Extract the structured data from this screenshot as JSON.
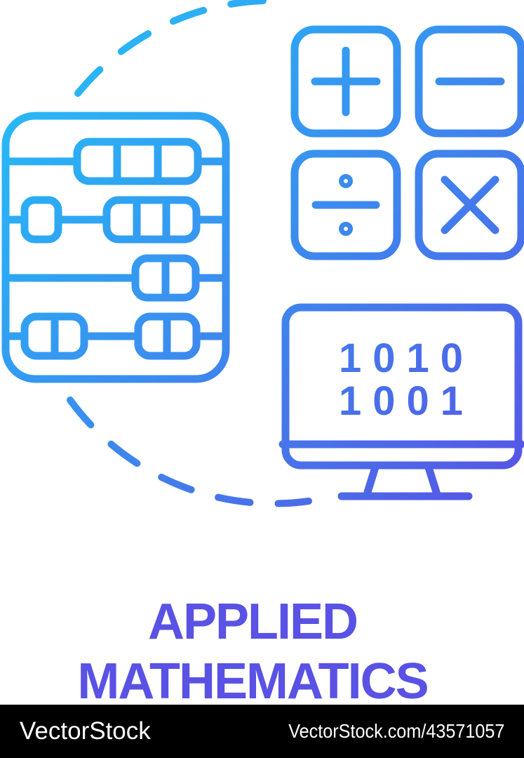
{
  "illustration": {
    "monitor_binary": {
      "line1": "1010",
      "line2": "1001"
    },
    "colors": {
      "gradient_start": "#25c5f7",
      "gradient_mid": "#2fa4f3",
      "gradient_end": "#5a4fe4"
    }
  },
  "title": {
    "line1": "APPLIED",
    "line2": "MATHEMATICS",
    "color": "#5952e4"
  },
  "watermark": {
    "brand": "VectorStock",
    "reference": "VectorStock.com/43571057",
    "bar_color": "#000000",
    "text_color": "#ffffff"
  }
}
